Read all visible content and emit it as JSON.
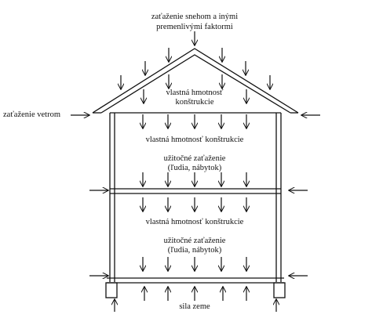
{
  "labels": {
    "snow_line1": "zaťaženie snehom a inými",
    "snow_line2": "premenlivými faktormi",
    "wind": "zaťaženie vetrom",
    "roof_mass_line1": "vlastná hmotnosť",
    "roof_mass_line2": "konštrukcie",
    "floor1_mass": "vlastná hmotnosť konštrukcie",
    "floor1_live_line1": "užitočné zaťaženie",
    "floor1_live_line2": "(ľudia, nábytok)",
    "floor2_mass": "vlastná hmotnosť konštrukcie",
    "floor2_live_line1": "užitočné zaťaženie",
    "floor2_live_line2": "(ľudia, nábytok)",
    "ground": "sila zeme"
  }
}
